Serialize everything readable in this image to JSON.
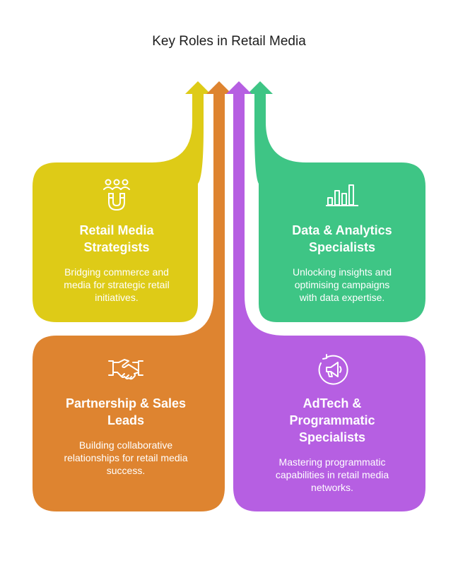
{
  "title": "Key Roles in Retail Media",
  "colors": {
    "yellow": "#DECB17",
    "green": "#3EC585",
    "orange": "#DE8430",
    "purple": "#B65FE2"
  },
  "cards": [
    {
      "heading_line1": "Retail Media",
      "heading_line2": "Strategists",
      "description_line1": "Bridging commerce and",
      "description_line2": "media for strategic retail",
      "description_line3": "initiatives.",
      "icon": "people-magnet-icon"
    },
    {
      "heading_line1": "Data & Analytics",
      "heading_line2": "Specialists",
      "description_line1": "Unlocking insights and",
      "description_line2": "optimising campaigns",
      "description_line3": "with data expertise.",
      "icon": "bar-chart-icon"
    },
    {
      "heading_line1": "Partnership & Sales",
      "heading_line2": "Leads",
      "description_line1": "Building collaborative",
      "description_line2": "relationships for retail media",
      "description_line3": "success.",
      "icon": "handshake-icon"
    },
    {
      "heading_line1": "AdTech &",
      "heading_line2": "Programmatic",
      "heading_line3": "Specialists",
      "description_line1": "Mastering programmatic",
      "description_line2": "capabilities in retail media",
      "description_line3": "networks.",
      "icon": "megaphone-cycle-icon"
    }
  ]
}
